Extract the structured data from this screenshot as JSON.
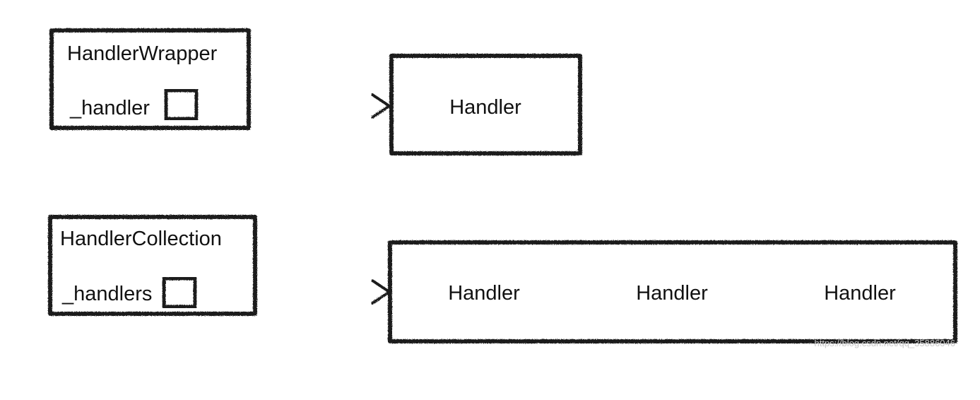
{
  "wrapper": {
    "title": "HandlerWrapper",
    "field": "_handler",
    "target": "Handler"
  },
  "collection": {
    "title": "HandlerCollection",
    "field": "_handlers",
    "targets": [
      "Handler",
      "Handler",
      "Handler"
    ]
  },
  "watermark": "https://blog.csdn.net/qq_35886046",
  "colors": {
    "stroke": "#1a1a1a",
    "background": "#ffffff",
    "watermark": "#c8c8c8"
  }
}
